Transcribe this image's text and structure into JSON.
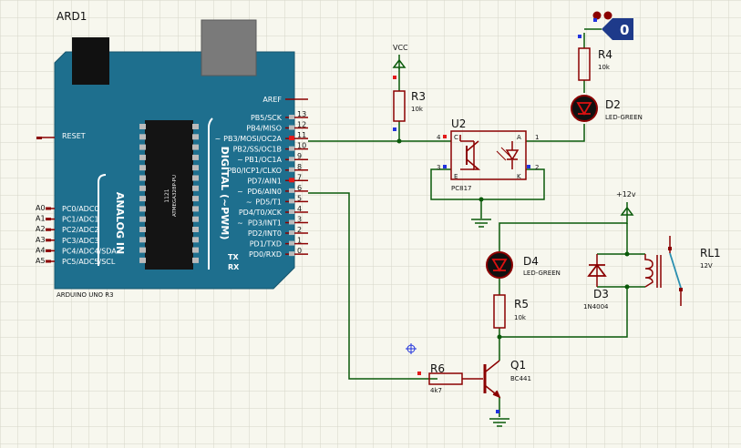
{
  "arduino": {
    "ref": "ARD1",
    "model": "ARDUINO UNO R3",
    "chip_line1": "1121",
    "chip_line2": "ATMEGA328P-PU",
    "reset": "RESET",
    "analog_label": "ANALOG IN",
    "digital_label": "DIGITAL (~PWM)",
    "tx": "TX",
    "rx": "RX",
    "left_pins": [
      {
        "num": "A0",
        "name": "PC0/ADC0"
      },
      {
        "num": "A1",
        "name": "PC1/ADC1"
      },
      {
        "num": "A2",
        "name": "PC2/ADC2"
      },
      {
        "num": "A3",
        "name": "PC3/ADC3"
      },
      {
        "num": "A4",
        "name": "PC4/ADC4/SDA"
      },
      {
        "num": "A5",
        "name": "PC5/ADC5/SCL"
      }
    ],
    "right_pins": [
      {
        "num": "",
        "name": "AREF",
        "tilde": ""
      },
      {
        "num": "13",
        "name": "PB5/SCK",
        "tilde": ""
      },
      {
        "num": "12",
        "name": "PB4/MISO",
        "tilde": ""
      },
      {
        "num": "11",
        "name": "PB3/MOSI/OC2A",
        "tilde": "~"
      },
      {
        "num": "10",
        "name": "PB2/SS/OC1B",
        "tilde": "~"
      },
      {
        "num": "9",
        "name": "PB1/OC1A",
        "tilde": "~"
      },
      {
        "num": "8",
        "name": "PB0/ICP1/CLKO",
        "tilde": ""
      },
      {
        "num": "7",
        "name": "PD7/AIN1",
        "tilde": ""
      },
      {
        "num": "6",
        "name": "PD6/AIN0",
        "tilde": "~"
      },
      {
        "num": "5",
        "name": "PD5/T1",
        "tilde": "~"
      },
      {
        "num": "4",
        "name": "PD4/T0/XCK",
        "tilde": ""
      },
      {
        "num": "3",
        "name": "PD3/INT1",
        "tilde": "~"
      },
      {
        "num": "2",
        "name": "PD2/INT0",
        "tilde": ""
      },
      {
        "num": "1",
        "name": "PD1/TXD",
        "tilde": ""
      },
      {
        "num": "0",
        "name": "PD0/RXD",
        "tilde": ""
      }
    ]
  },
  "components": {
    "r3": {
      "ref": "R3",
      "value": "10k"
    },
    "r4": {
      "ref": "R4",
      "value": "10k"
    },
    "r5": {
      "ref": "R5",
      "value": "10k"
    },
    "r6": {
      "ref": "R6",
      "value": "4k7"
    },
    "d2": {
      "ref": "D2",
      "value": "LED-GREEN"
    },
    "d4": {
      "ref": "D4",
      "value": "LED-GREEN"
    },
    "d3": {
      "ref": "D3",
      "value": "1N4004"
    },
    "u2": {
      "ref": "U2",
      "value": "PC817",
      "pin4": "4",
      "pin3": "3",
      "pin1": "1",
      "pin2": "2",
      "c": "C",
      "e": "E",
      "a": "A",
      "k": "K"
    },
    "q1": {
      "ref": "Q1",
      "value": "BC441"
    },
    "rl1": {
      "ref": "RL1",
      "value": "12V"
    },
    "vcc": {
      "label": "VCC"
    },
    "v12": {
      "label": "+12v"
    },
    "terminal": {
      "label": "0"
    }
  },
  "colors": {
    "background": "#f7f7ee",
    "grid": "#d8d8cc",
    "wire": "#0a5a0a",
    "component": "#8b0000",
    "board": "#1e6f8e",
    "board_text": "#ffffff",
    "chip": "#141414",
    "pin_red": "#e21b1b",
    "pin_blue": "#2233dd",
    "terminal": "#1e3a8a"
  }
}
